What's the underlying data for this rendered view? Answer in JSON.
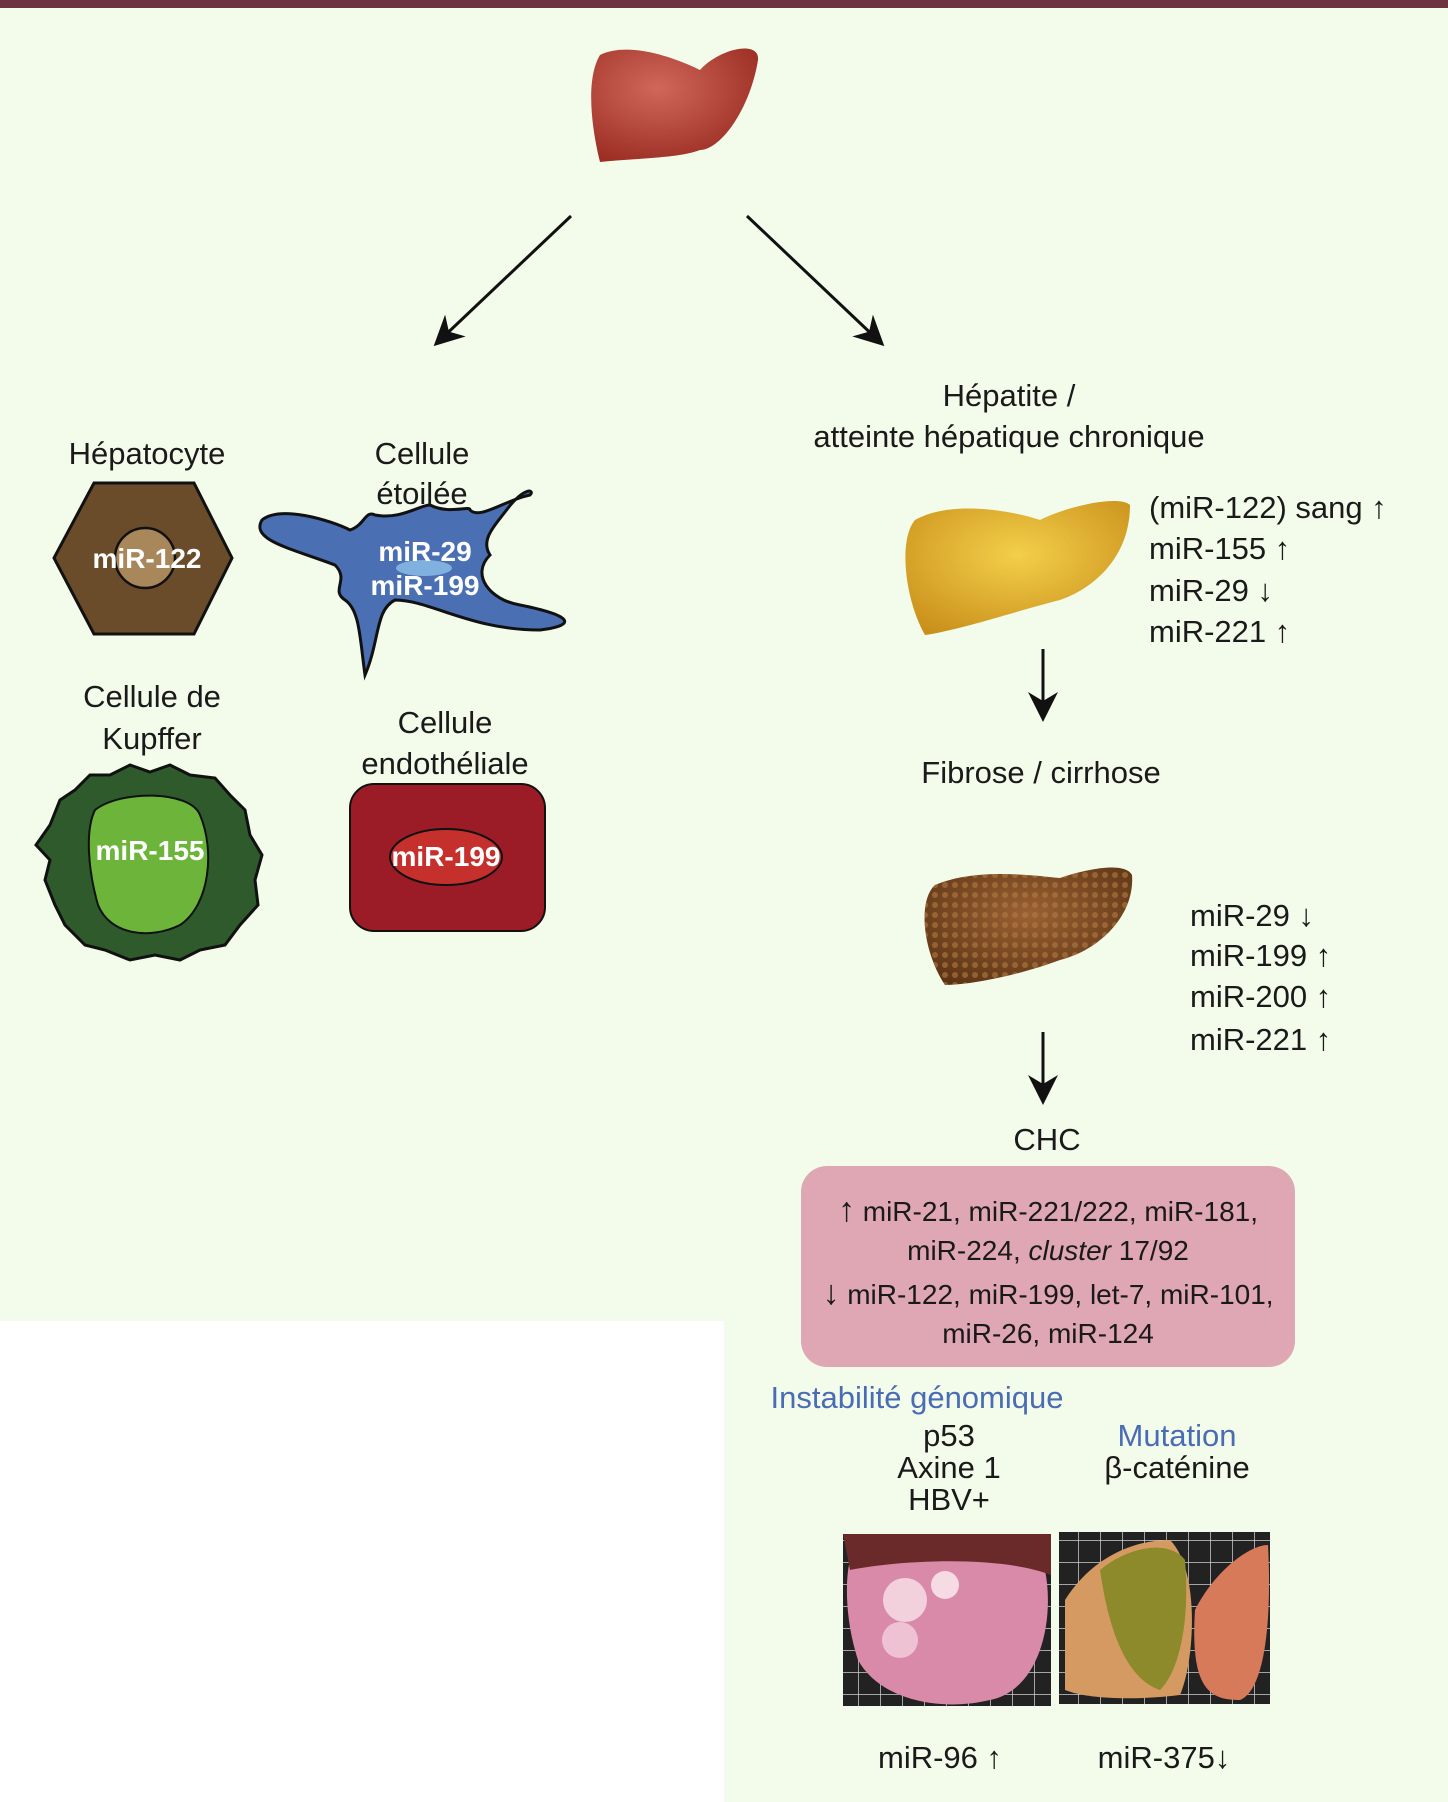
{
  "cells": {
    "hepatocyte": {
      "label": "Hépatocyte",
      "mir": "miR-122"
    },
    "stellate": {
      "label_1": "Cellule",
      "label_2": "étoilée",
      "mir_1": "miR-29",
      "mir_2": "miR-199"
    },
    "kupffer": {
      "label_1": "Cellule de",
      "label_2": "Kupffer",
      "mir": "miR-155"
    },
    "endothelial": {
      "label_1": "Cellule",
      "label_2": "endothéliale",
      "mir": "miR-199"
    }
  },
  "hepatitis": {
    "label_1": "Hépatite /",
    "label_2": "atteinte hépatique chronique",
    "markers": [
      "(miR-122) sang ↑",
      "miR-155 ↑",
      "miR-29 ↓",
      "miR-221 ↑"
    ]
  },
  "fibrosis": {
    "label": "Fibrose / cirrhose",
    "markers": [
      "miR-29 ↓",
      "miR-199 ↑",
      "miR-200 ↑",
      "miR-221 ↑"
    ]
  },
  "chc": {
    "label": "CHC",
    "up_arrow": "↑",
    "up_line_1": "miR-21, miR-221/222, miR-181,",
    "up_line_2a": "miR-224,",
    "up_line_2_italic": "cluster",
    "up_line_2b": "17/92",
    "down_arrow": "↓",
    "down_line_1": "miR-122, miR-199, let-7, miR-101,",
    "down_line_2": "miR-26, miR-124"
  },
  "subtypes": {
    "genomic": {
      "title": "Instabilité génomique",
      "lines": [
        "p53",
        "Axine 1",
        "HBV+"
      ],
      "mir": "miR-96 ↑"
    },
    "mutation": {
      "title": "Mutation",
      "lines": [
        "β-caténine"
      ],
      "mir": "miR-375↓"
    }
  },
  "colors": {
    "topbar": "#6b3440",
    "background": "#f3fbea",
    "chc_box": "#dfa6b3",
    "blue_text": "#4a6cb5",
    "hepatocyte": "#6b4c2a",
    "stellate": "#4a6fb3",
    "kupffer": "#2e5a2c",
    "kupffer_nucleus": "#6cb43a",
    "endothelial": "#9b1c26",
    "liver_healthy": "#a83a2e"
  }
}
